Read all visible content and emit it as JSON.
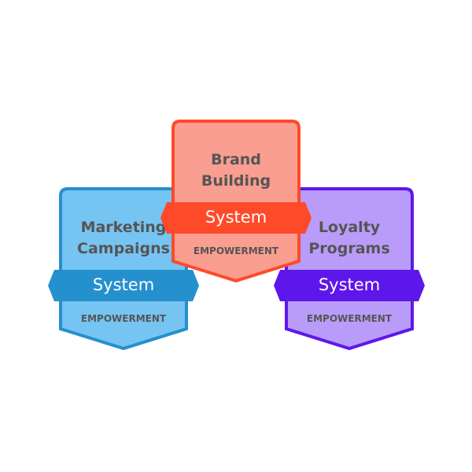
{
  "badges": [
    {
      "title_line1": "Marketing",
      "title_line2": "Campaigns",
      "ribbon": "System",
      "footer": "EMPOWERMENT",
      "fill": "#76C4F2",
      "border": "#2590CE",
      "ribbon_color": "#2590CE"
    },
    {
      "title_line1": "Loyalty",
      "title_line2": "Programs",
      "ribbon": "System",
      "footer": "EMPOWERMENT",
      "fill": "#B99CF9",
      "border": "#5E17EB",
      "ribbon_color": "#5E17EB"
    },
    {
      "title_line1": "Brand",
      "title_line2": "Building",
      "ribbon": "System",
      "footer": "EMPOWERMENT",
      "fill": "#F99E90",
      "border": "#FF4A2A",
      "ribbon_color": "#FF4A2A"
    }
  ]
}
